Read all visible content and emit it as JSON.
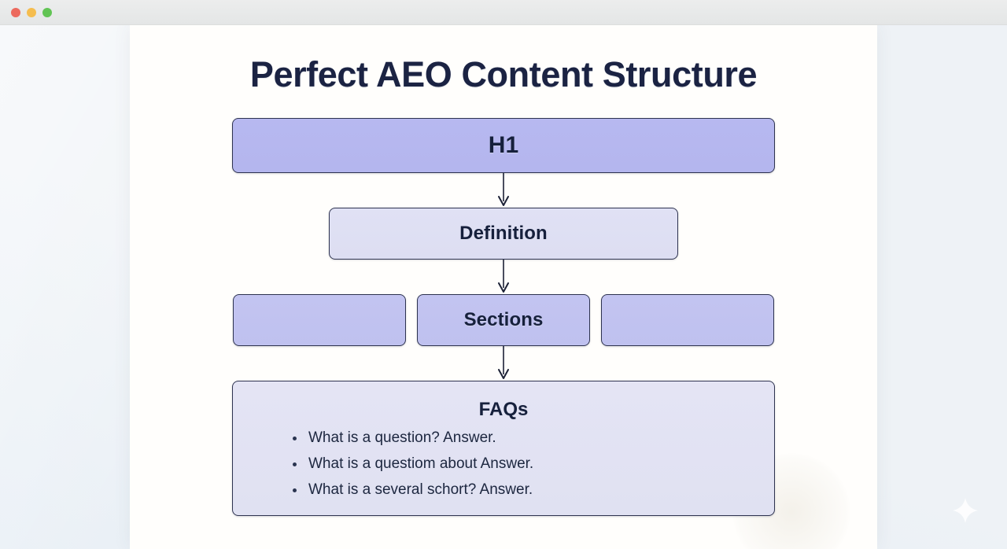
{
  "window": {
    "traffic_lights": [
      {
        "name": "close",
        "color": "#ec6a5e"
      },
      {
        "name": "minimize",
        "color": "#f5bd4f"
      },
      {
        "name": "zoom",
        "color": "#61c454"
      }
    ]
  },
  "card": {
    "title": "Perfect AEO Content Structure"
  },
  "diagram": {
    "type": "flowchart",
    "orientation": "vertical",
    "nodes": [
      {
        "id": "h1",
        "label": "H1",
        "fill": "#b6b7ef",
        "border": "#2e3350"
      },
      {
        "id": "definition",
        "label": "Definition",
        "fill": "#dfe0f3",
        "border": "#2e3350"
      },
      {
        "id": "section-left",
        "label": "",
        "fill": "#c2c3f0",
        "border": "#2e3350"
      },
      {
        "id": "section-center",
        "label": "Sections",
        "fill": "#c2c3f0",
        "border": "#2e3350"
      },
      {
        "id": "section-right",
        "label": "",
        "fill": "#c2c3f0",
        "border": "#2e3350"
      },
      {
        "id": "faqs",
        "label": "FAQs",
        "fill": "#e3e3f3",
        "border": "#2e3350"
      }
    ],
    "edges": [
      {
        "from": "h1",
        "to": "definition",
        "style": "arrow-down"
      },
      {
        "from": "definition",
        "to": "section-center",
        "style": "arrow-down"
      },
      {
        "from": "section-center",
        "to": "faqs",
        "style": "arrow-down"
      }
    ],
    "faq_items": [
      "What is a question? Answer.",
      "What is a questiom about Answer.",
      "What is a several schort? Answer."
    ]
  },
  "decor": {
    "sparkle": "sparkle-icon"
  }
}
